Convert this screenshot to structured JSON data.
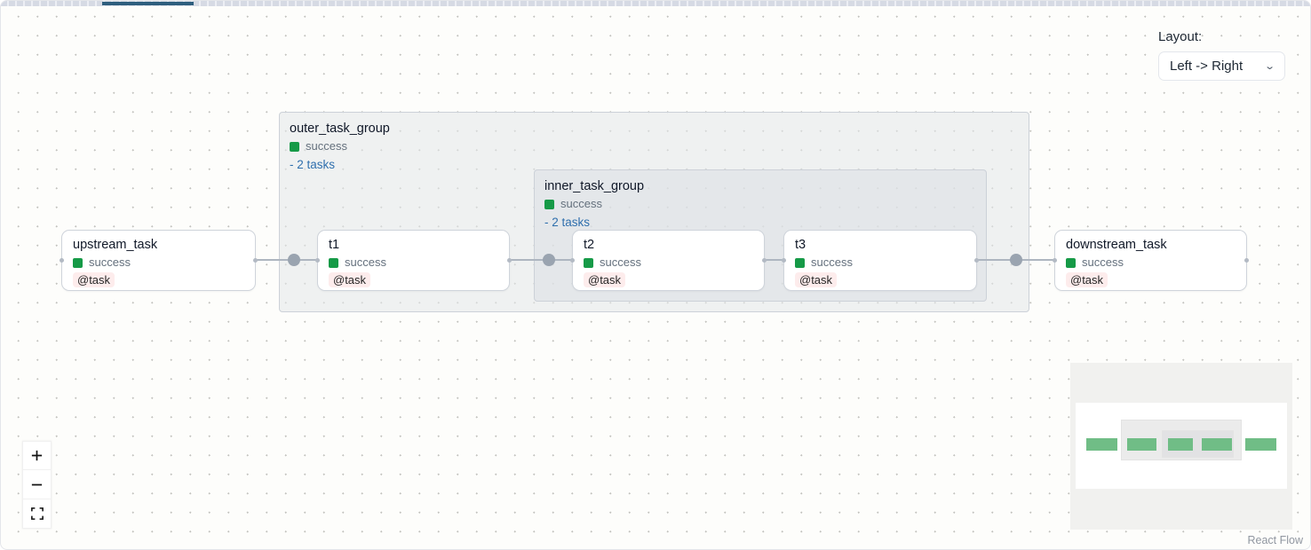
{
  "layout_panel": {
    "label": "Layout:",
    "selected": "Left -> Right"
  },
  "nodes": [
    {
      "id": "upstream_task",
      "label": "upstream_task",
      "state": "success",
      "badge": "@task"
    },
    {
      "id": "t1",
      "label": "t1",
      "state": "success",
      "badge": "@task"
    },
    {
      "id": "t2",
      "label": "t2",
      "state": "success",
      "badge": "@task"
    },
    {
      "id": "t3",
      "label": "t3",
      "state": "success",
      "badge": "@task"
    },
    {
      "id": "downstream_task",
      "label": "downstream_task",
      "state": "success",
      "badge": "@task"
    }
  ],
  "groups": [
    {
      "id": "outer_task_group",
      "label": "outer_task_group",
      "state": "success",
      "tasks_link": "- 2 tasks"
    },
    {
      "id": "inner_task_group",
      "label": "inner_task_group",
      "state": "success",
      "tasks_link": "- 2 tasks"
    }
  ],
  "controls": {
    "zoom_in": "+",
    "zoom_out": "−",
    "fit_view": "fit view"
  },
  "attribution": "React Flow",
  "colors": {
    "success_green": "#169a47",
    "badge_background": "#fdecec",
    "link_blue": "#2f6fad",
    "edge_gray": "#aeb6c0",
    "group_background": "#e4e7ea",
    "minimap_node_green": "#70bd86",
    "top_bar_segment": "#2e5e7e"
  }
}
